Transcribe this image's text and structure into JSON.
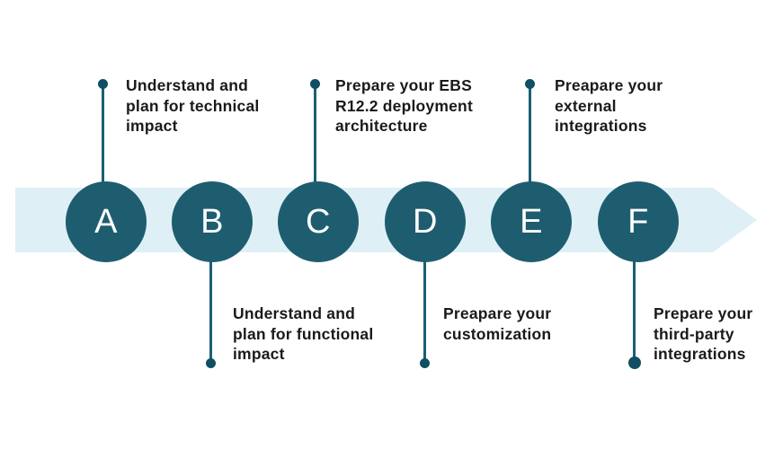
{
  "colors": {
    "band": "#def0f6",
    "circle": "#1e5d70",
    "connector": "#1a5f74",
    "dot": "#114e63",
    "text": "#1a1a1a",
    "letter": "#ffffff"
  },
  "steps": [
    {
      "letter": "A",
      "side": "top",
      "label": "Understand and\nplan for technical\nimpact"
    },
    {
      "letter": "B",
      "side": "bottom",
      "label": "Understand and\nplan for functional\nimpact"
    },
    {
      "letter": "C",
      "side": "top",
      "label": "Prepare your EBS\nR12.2 deployment\narchitecture"
    },
    {
      "letter": "D",
      "side": "bottom",
      "label": "Preapare your\ncustomization"
    },
    {
      "letter": "E",
      "side": "top",
      "label": "Preapare your\nexternal\nintegrations"
    },
    {
      "letter": "F",
      "side": "bottom",
      "label": "Prepare your\nthird-party\nintegrations"
    }
  ]
}
